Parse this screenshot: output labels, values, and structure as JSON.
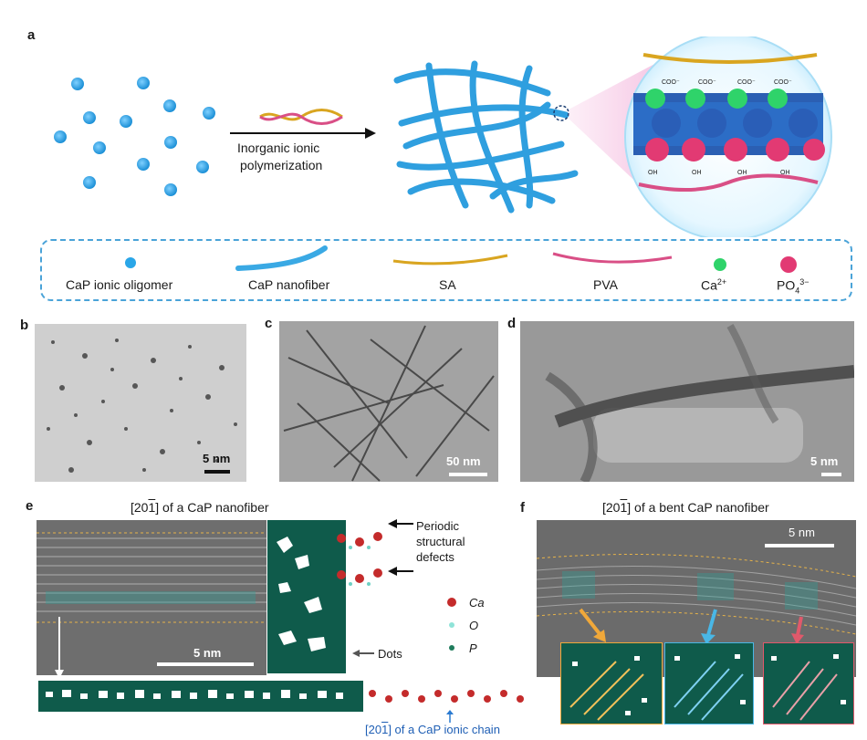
{
  "panels": {
    "a": "a",
    "b": "b",
    "c": "c",
    "d": "d",
    "e": "e",
    "f": "f"
  },
  "panel_a": {
    "arrow_label_line1": "Inorganic ionic",
    "arrow_label_line2": "polymerization",
    "inset_groups": {
      "coo": "COO⁻",
      "oh": "OH"
    }
  },
  "legend": {
    "items": [
      {
        "label": "CaP ionic oligomer",
        "icon": "blue-dot-icon"
      },
      {
        "label": "CaP nanofiber",
        "icon": "nanofiber-icon"
      },
      {
        "label": "SA",
        "icon": "sa-chain-icon"
      },
      {
        "label": "PVA",
        "icon": "pva-chain-icon"
      },
      {
        "label": "Ca",
        "sup": "2+",
        "icon": "calcium-ion-icon"
      },
      {
        "label": "PO",
        "sub": "4",
        "sup": "3−",
        "icon": "phosphate-ion-icon"
      }
    ],
    "colors": {
      "oligomer": "#2aa6e8",
      "nanofiber": "#3aa9e4",
      "sa": "#d9a520",
      "pva": "#d94f86",
      "ca": "#2fd36a",
      "po": "#e23a73"
    }
  },
  "scale_bars": {
    "b": "5 nm",
    "c": "50 nm",
    "d": "5 nm",
    "e": "5 nm",
    "f": "5 nm"
  },
  "panel_e": {
    "title_prefix": "[20",
    "title_bar": "1",
    "title_suffix": "] of a CaP nanofiber",
    "periodic_line1": "Periodic",
    "periodic_line2": "structural",
    "periodic_line3": "defects",
    "dots_label": "Dots",
    "atom_ca": "Ca",
    "atom_o": "O",
    "atom_p": "P",
    "chain_prefix": "[20",
    "chain_bar": "1",
    "chain_suffix": "] of a CaP ionic chain"
  },
  "panel_f": {
    "title_prefix": "[20",
    "title_bar": "1",
    "title_suffix": "] of a bent CaP nanofiber"
  }
}
